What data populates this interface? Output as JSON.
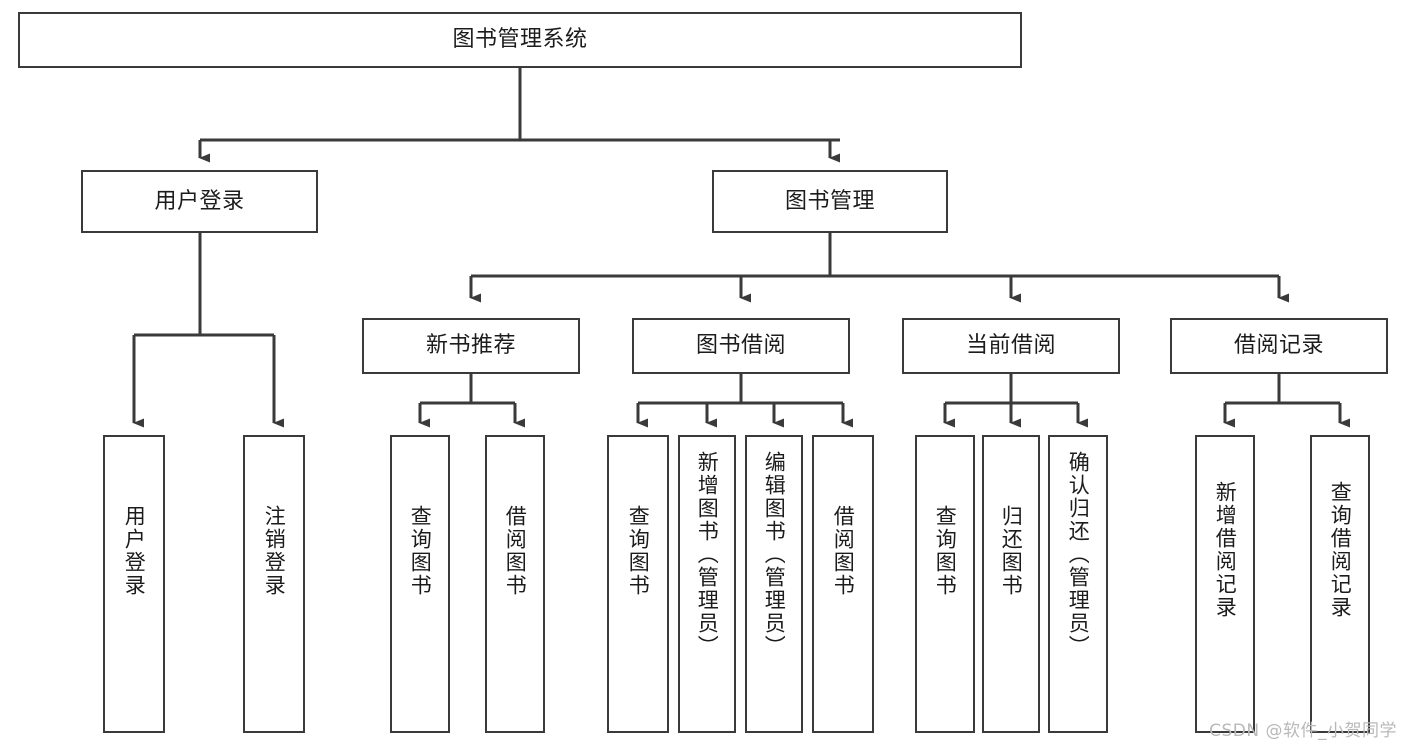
{
  "diagram": {
    "type": "tree",
    "title": "图书管理系统",
    "watermark": "CSDN @软件_小贺同学",
    "colors": {
      "box_border": "#3a3a3a",
      "box_fill": "#ffffff",
      "connector": "#3a3a3a",
      "text": "#1c1c1c",
      "watermark": "#b9b9b9"
    },
    "nodes": {
      "root": {
        "label": "图书管理系统",
        "level": 1
      },
      "user_login": {
        "label": "用户登录",
        "level": 2
      },
      "book_manage": {
        "label": "图书管理",
        "level": 2
      },
      "new_book_rec": {
        "label": "新书推荐",
        "level": 3
      },
      "book_borrow": {
        "label": "图书借阅",
        "level": 3
      },
      "current_borrow": {
        "label": "当前借阅",
        "level": 3
      },
      "borrow_record": {
        "label": "借阅记录",
        "level": 3
      },
      "leaf_user_login": {
        "label": "用户登录",
        "level": 4
      },
      "leaf_logout": {
        "label": "注销登录",
        "level": 4
      },
      "leaf_query_book_1": {
        "label": "查询图书",
        "level": 4
      },
      "leaf_borrow_book_1": {
        "label": "借阅图书",
        "level": 4
      },
      "leaf_query_book_2": {
        "label": "查询图书",
        "level": 4
      },
      "leaf_add_book": {
        "label": "新增图书（管理员）",
        "level": 4
      },
      "leaf_edit_book": {
        "label": "编辑图书（管理员）",
        "level": 4
      },
      "leaf_borrow_book_2": {
        "label": "借阅图书",
        "level": 4
      },
      "leaf_query_book_3": {
        "label": "查询图书",
        "level": 4
      },
      "leaf_return_book": {
        "label": "归还图书",
        "level": 4
      },
      "leaf_confirm_return": {
        "label": "确认归还（管理员）",
        "level": 4
      },
      "leaf_add_record": {
        "label": "新增借阅记录",
        "level": 4
      },
      "leaf_query_record": {
        "label": "查询借阅记录",
        "level": 4
      }
    },
    "edges": [
      {
        "from": "root",
        "to": "user_login"
      },
      {
        "from": "root",
        "to": "book_manage"
      },
      {
        "from": "user_login",
        "to": "leaf_user_login"
      },
      {
        "from": "user_login",
        "to": "leaf_logout"
      },
      {
        "from": "book_manage",
        "to": "new_book_rec"
      },
      {
        "from": "book_manage",
        "to": "book_borrow"
      },
      {
        "from": "book_manage",
        "to": "current_borrow"
      },
      {
        "from": "book_manage",
        "to": "borrow_record"
      },
      {
        "from": "new_book_rec",
        "to": "leaf_query_book_1"
      },
      {
        "from": "new_book_rec",
        "to": "leaf_borrow_book_1"
      },
      {
        "from": "book_borrow",
        "to": "leaf_query_book_2"
      },
      {
        "from": "book_borrow",
        "to": "leaf_add_book"
      },
      {
        "from": "book_borrow",
        "to": "leaf_edit_book"
      },
      {
        "from": "book_borrow",
        "to": "leaf_borrow_book_2"
      },
      {
        "from": "current_borrow",
        "to": "leaf_query_book_3"
      },
      {
        "from": "current_borrow",
        "to": "leaf_return_book"
      },
      {
        "from": "current_borrow",
        "to": "leaf_confirm_return"
      },
      {
        "from": "borrow_record",
        "to": "leaf_add_record"
      },
      {
        "from": "borrow_record",
        "to": "leaf_query_record"
      }
    ]
  }
}
